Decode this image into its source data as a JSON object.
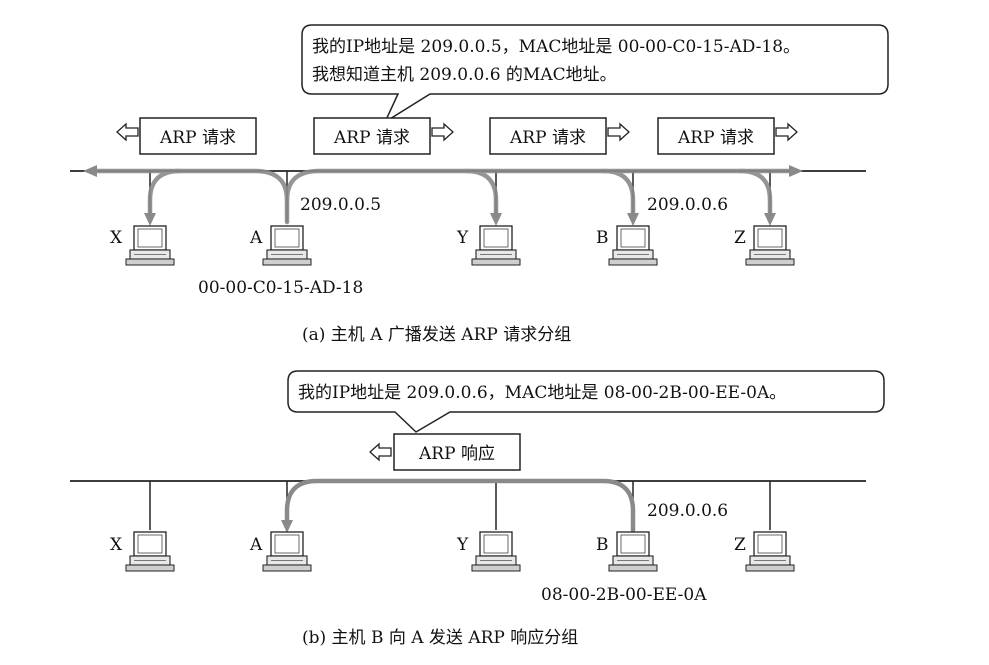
{
  "bubble_a_line1": "我的IP地址是 209.0.0.5，MAC地址是 00-00-C0-15-AD-18。",
  "bubble_a_line2": "我想知道主机 209.0.0.6 的MAC地址。",
  "arp_request": "ARP 请求",
  "ip_a": "209.0.0.5",
  "ip_b": "209.0.0.6",
  "mac_a": "00-00-C0-15-AD-18",
  "host_x": "X",
  "host_a": "A",
  "host_y": "Y",
  "host_b": "B",
  "host_z": "Z",
  "caption_a": "(a) 主机 A 广播发送 ARP 请求分组",
  "bubble_b": "我的IP地址是 209.0.0.6，MAC地址是 08-00-2B-00-EE-0A。",
  "arp_reply": "ARP 响应",
  "mac_b": "08-00-2B-00-EE-0A",
  "caption_b": "(b) 主机 B 向 A 发送 ARP 响应分组"
}
